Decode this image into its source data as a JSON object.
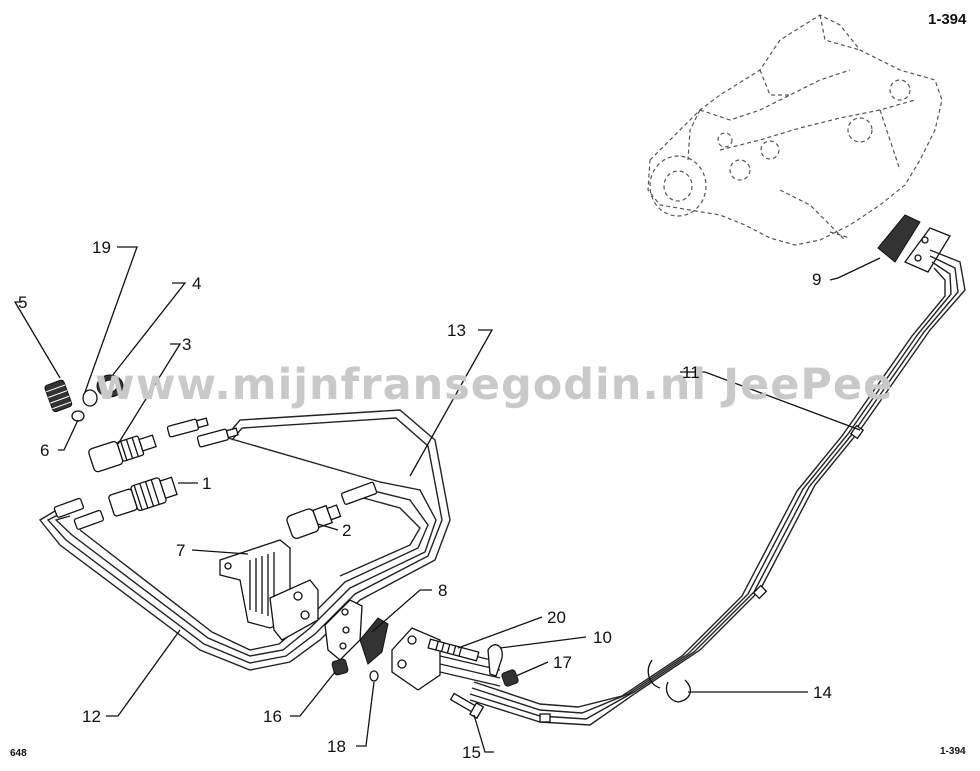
{
  "sheet": {
    "ref_top": "1-394",
    "ref_bottom": "1-394",
    "code": "648"
  },
  "watermark": "www.mijnfransegodin.nl  JeePee",
  "callouts": {
    "c1": "1",
    "c2": "2",
    "c3": "3",
    "c4": "4",
    "c5": "5",
    "c6": "6",
    "c7": "7",
    "c8": "8",
    "c9": "9",
    "c10": "10",
    "c11": "11",
    "c12": "12",
    "c13": "13",
    "c14": "14",
    "c15": "15",
    "c16": "16",
    "c17": "17",
    "c18": "18",
    "c19": "19",
    "c20": "20"
  }
}
